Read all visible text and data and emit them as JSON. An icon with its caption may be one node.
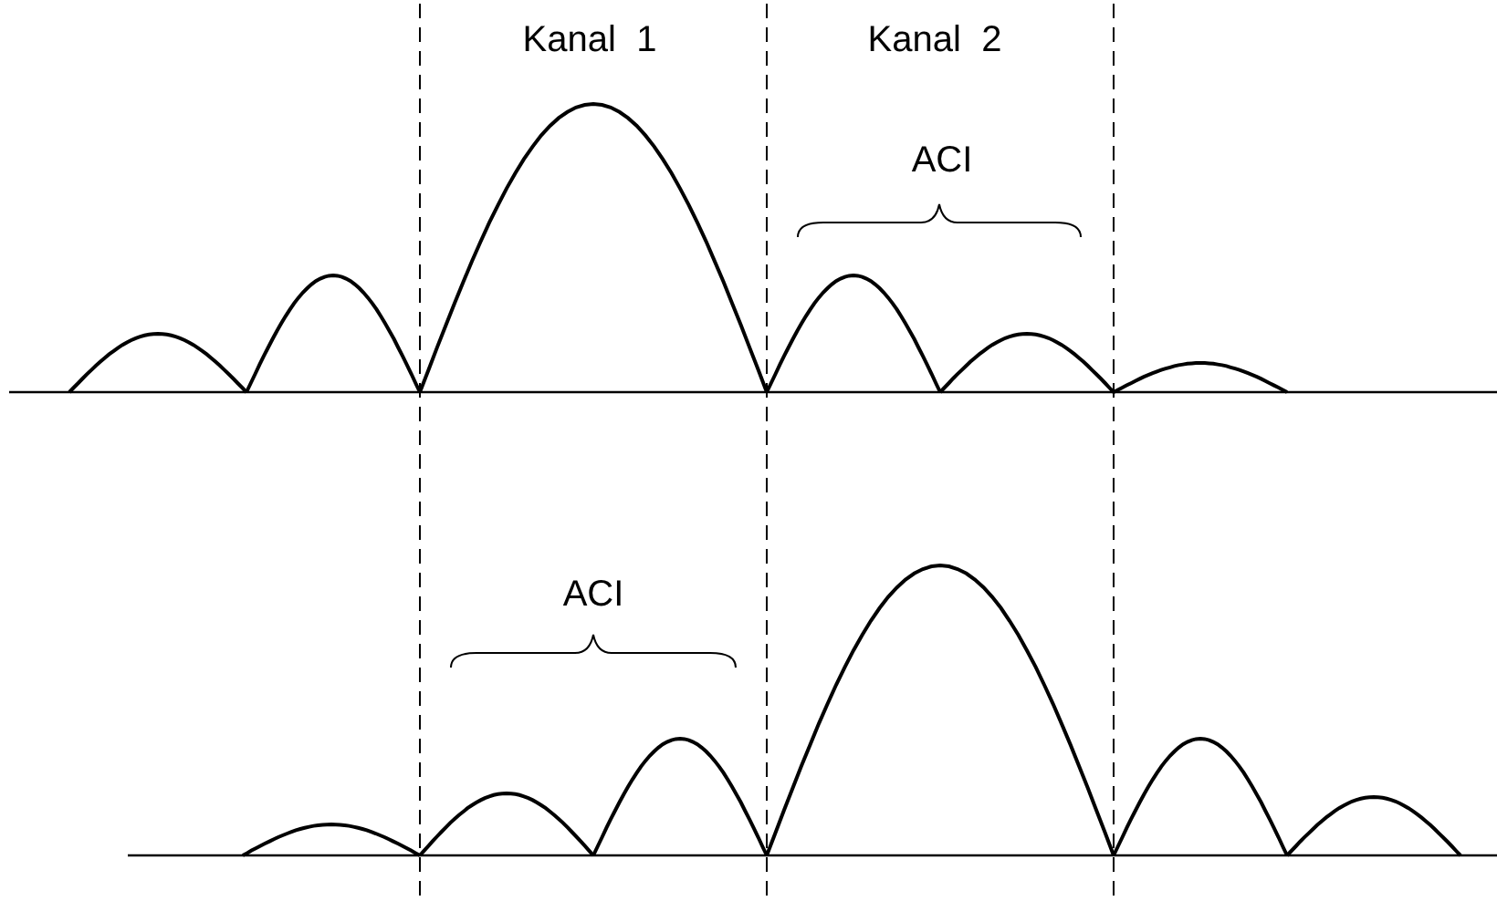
{
  "diagram": {
    "labels": [
      "Kanal  1",
      "Kanal  2",
      "ACI",
      "ACI"
    ]
  }
}
